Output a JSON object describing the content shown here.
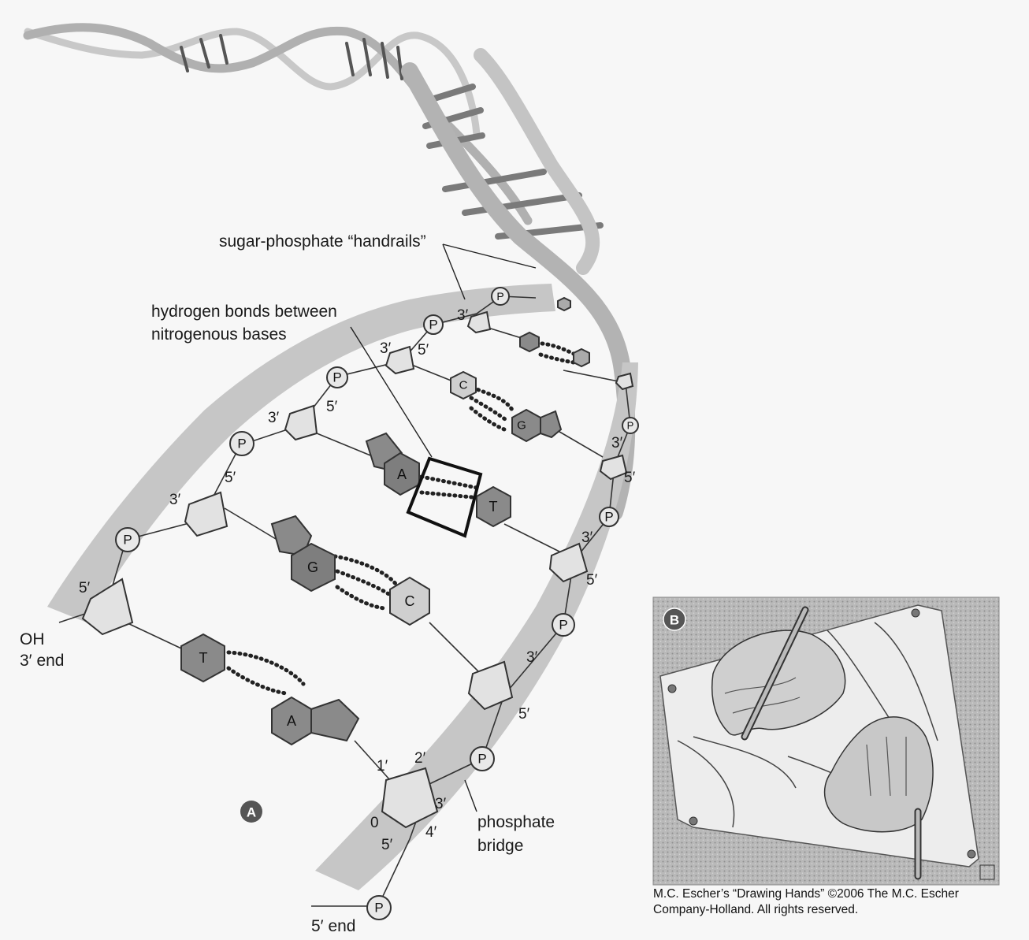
{
  "panel_a": {
    "badge": "A",
    "labels": {
      "handrails": "sugar-phosphate “handrails”",
      "hbonds_line1": "hydrogen bonds between",
      "hbonds_line2": "nitrogenous bases",
      "oh": "OH",
      "three_end": "3′ end",
      "five_end": "5′ end",
      "phosphate_line1": "phosphate",
      "phosphate_line2": "bridge"
    },
    "phosphate_symbol": "P",
    "primes": {
      "p1": "1′",
      "p2": "2′",
      "p3": "3′",
      "p4": "4′",
      "p5": "5′",
      "zero": "0"
    },
    "base_pairs": [
      {
        "left": "T",
        "right": "A"
      },
      {
        "left": "G",
        "right": "C"
      },
      {
        "left": "A",
        "right": "T"
      },
      {
        "left": "C",
        "right": "G"
      }
    ]
  },
  "panel_b": {
    "badge": "B",
    "caption_line1": "M.C. Escher’s “Drawing Hands” ©2006 The M.C. Escher",
    "caption_line2": "Company-Holland. All rights reserved."
  }
}
